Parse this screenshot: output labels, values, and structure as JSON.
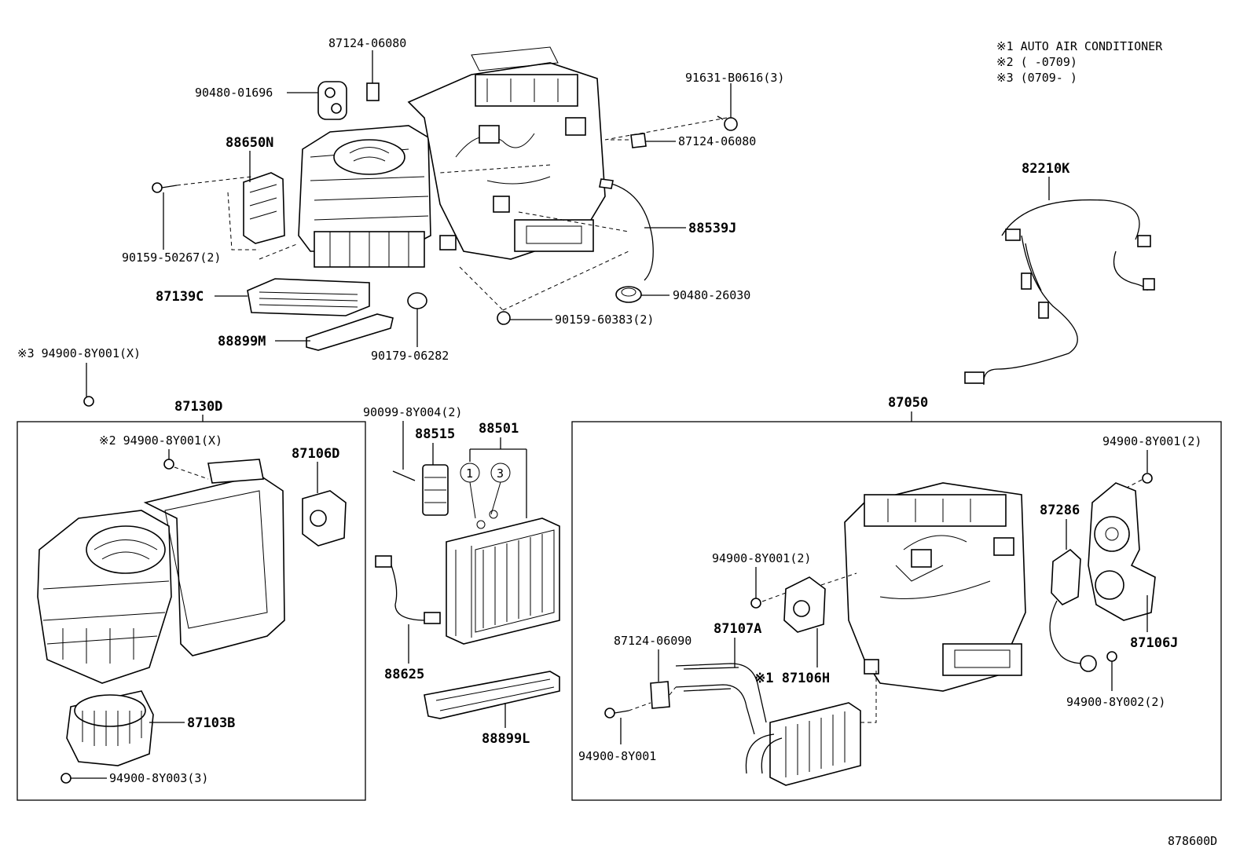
{
  "legend": {
    "l1": "※1 AUTO AIR CONDITIONER",
    "l2": "※2 (      -0709)",
    "l3": "※3 (0709-      )"
  },
  "diagram_id": "878600D",
  "parts": {
    "p87124_06080_top": "87124-06080",
    "p90480_01696": "90480-01696",
    "p91631_b0616": "91631-B0616(3)",
    "p88650n": "88650N",
    "p87124_06080_right": "87124-06080",
    "p88539j": "88539J",
    "p90159_50267": "90159-50267(2)",
    "p87139c": "87139C",
    "p90480_26030": "90480-26030",
    "p90159_60383": "90159-60383(2)",
    "p88899m": "88899M",
    "p90179_06282": "90179-06282",
    "p82210k": "82210K",
    "p94900_8y001_x3": "※3 94900-8Y001(X)",
    "p87130d": "87130D",
    "p94900_8y001_x2": "※2 94900-8Y001(X)",
    "p87106d": "87106D",
    "p87103b": "87103B",
    "p94900_8y003": "94900-8Y003(3)",
    "p90099_8y004": "90099-8Y004(2)",
    "p88515": "88515",
    "p88501": "88501",
    "c1": "1",
    "c3": "3",
    "p88625": "88625",
    "p88899l": "88899L",
    "p87050": "87050",
    "p94900_8y001_2a": "94900-8Y001(2)",
    "p94900_8y001_2b": "94900-8Y001(2)",
    "p87286": "87286",
    "p87106j": "87106J",
    "p94900_8y002": "94900-8Y002(2)",
    "p87124_06090": "87124-06090",
    "p87107a": "87107A",
    "p87106h": "※1 87106H",
    "p94900_8y001": "94900-8Y001"
  }
}
